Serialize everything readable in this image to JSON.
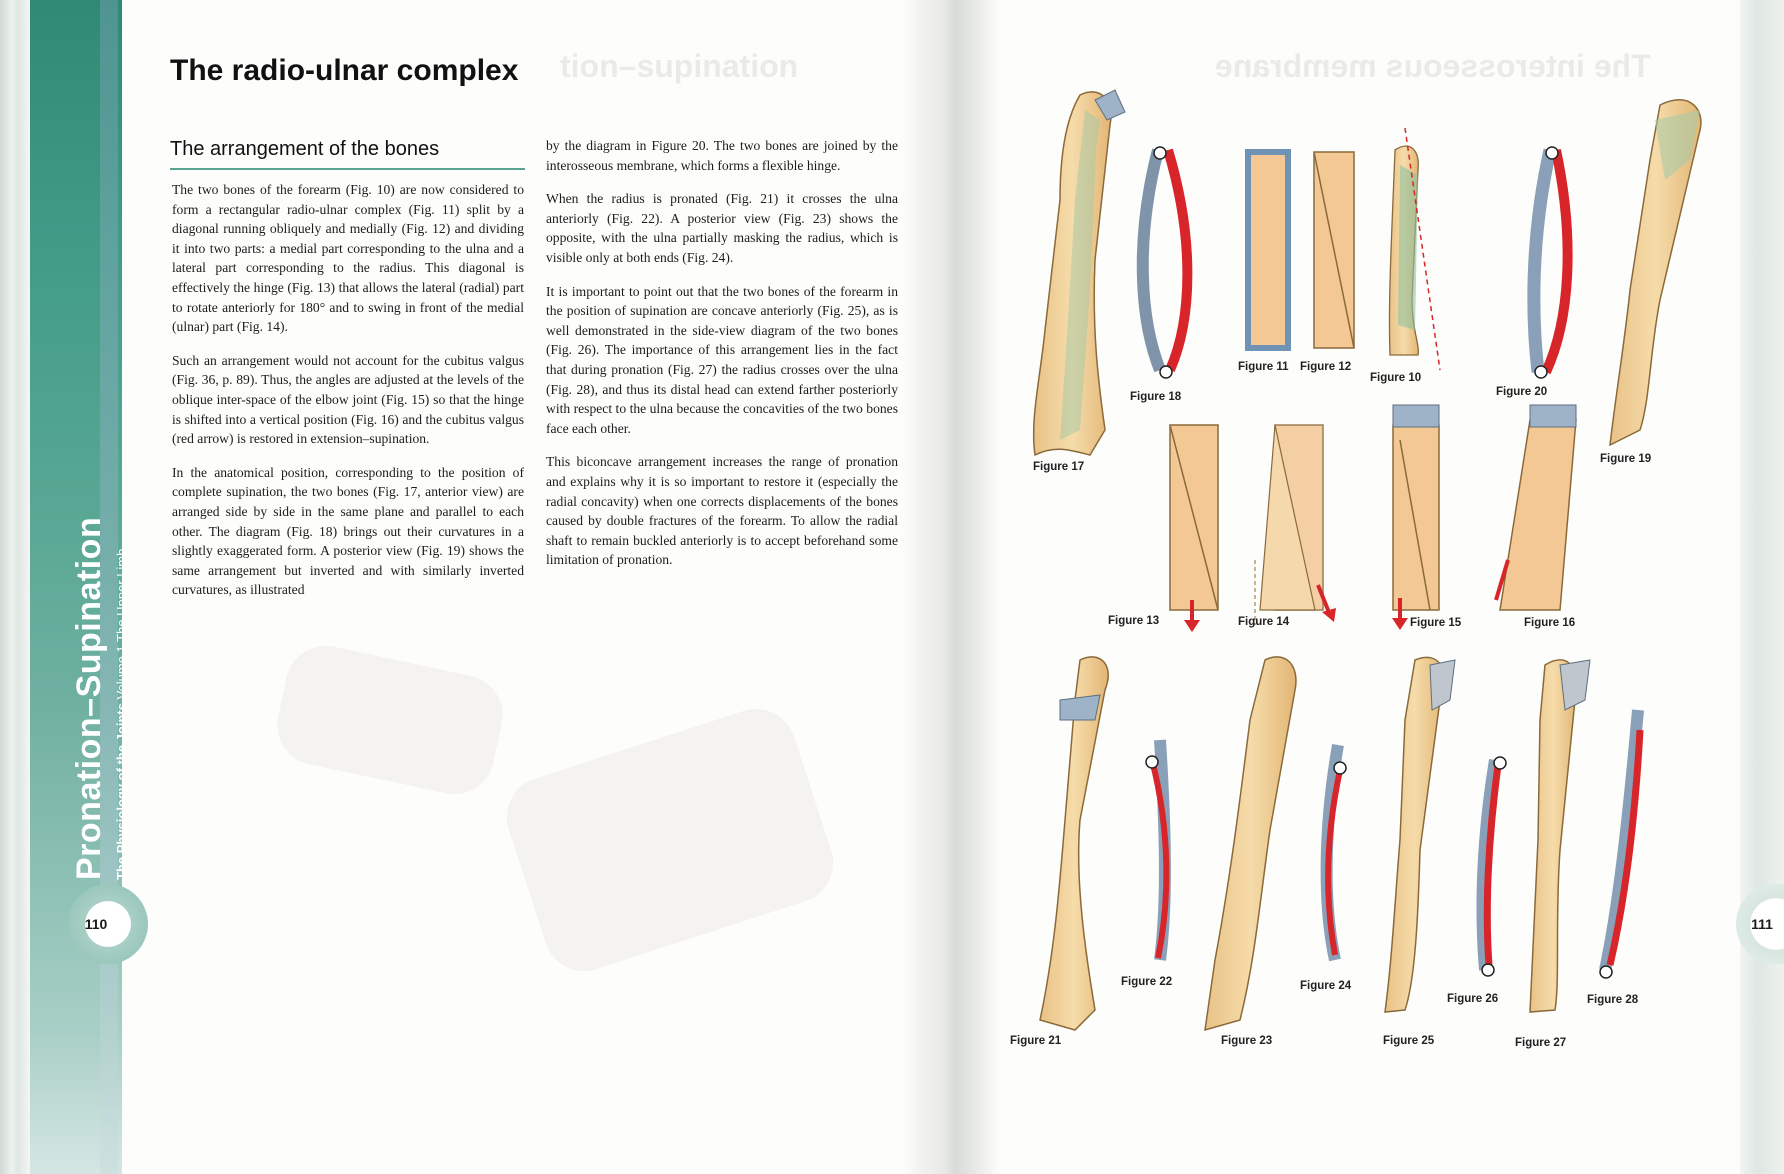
{
  "left_page": {
    "chapter": {
      "title": "Pronation–Supination",
      "subtitle_bold": "The Physiology of the Joints",
      "subtitle_rest": " Volume 1 The Upper Limb"
    },
    "page_number": "110",
    "title": "The radio-ulnar complex",
    "section_title": "The arrangement of the bones",
    "column1": [
      "The two bones of the forearm (Fig. 10) are now considered to form a rectangular radio-ulnar complex (Fig. 11) split by a diagonal running obliquely and medially (Fig. 12) and dividing it into two parts: a medial part corresponding to the ulna and a lateral part corresponding to the radius. This diagonal is effectively the hinge (Fig. 13) that allows the lateral (radial) part to rotate anteriorly for 180° and to swing in front of the medial (ulnar) part (Fig. 14).",
      "Such an arrangement would not account for the cubitus valgus (Fig. 36, p. 89). Thus, the angles are adjusted at the levels of the oblique inter-space of the elbow joint (Fig. 15) so that the hinge is shifted into a vertical position (Fig. 16) and the cubitus valgus (red arrow) is restored in extension–supination.",
      "In the anatomical position, corresponding to the position of complete supination, the two bones (Fig. 17, anterior view) are arranged side by side in the same plane and parallel to each other. The diagram (Fig. 18) brings out their curvatures in a slightly exaggerated form. A posterior view (Fig. 19) shows the same arrangement but inverted and with similarly inverted curvatures, as illustrated"
    ],
    "column2": [
      "by the diagram in Figure 20. The two bones are joined by the interosseous membrane, which forms a flexible hinge.",
      "When the radius is pronated (Fig. 21) it crosses the ulna anteriorly (Fig. 22). A posterior view (Fig. 23) shows the opposite, with the ulna partially masking the radius, which is visible only at both ends (Fig. 24).",
      "It is important to point out that the two bones of the forearm in the position of supination are concave anteriorly (Fig. 25), as is well demonstrated in the side-view diagram of the two bones (Fig. 26). The importance of this arrangement lies in the fact that during pronation (Fig. 27) the radius crosses over the ulna (Fig. 28), and thus its distal head can extend farther posteriorly with respect to the ulna because the concavities of the two bones face each other.",
      "This biconcave arrangement increases the range of pronation and explains why it is so important to restore it (especially the radial concavity) when one corrects displacements of the bones caused by double fractures of the forearm. To allow the radial shaft to remain buckled anteriorly is to accept beforehand some limitation of pronation."
    ]
  },
  "right_page": {
    "page_number": "111",
    "figures": {
      "f10": "Figure 10",
      "f11": "Figure 11",
      "f12": "Figure 12",
      "f13": "Figure 13",
      "f14": "Figure 14",
      "f15": "Figure 15",
      "f16": "Figure 16",
      "f17": "Figure 17",
      "f18": "Figure 18",
      "f19": "Figure 19",
      "f20": "Figure 20",
      "f21": "Figure 21",
      "f22": "Figure 22",
      "f23": "Figure 23",
      "f24": "Figure 24",
      "f25": "Figure 25",
      "f26": "Figure 26",
      "f27": "Figure 27",
      "f28": "Figure 28"
    }
  },
  "colors": {
    "band": "#3f9b86",
    "bone": "#f2d29b",
    "bone_outline": "#8a6a3a",
    "radius_blue": "#9fb3c8",
    "ulna_red": "#d8252a",
    "membrane_green": "#8fbf9c",
    "arrow_red": "#d8252a"
  }
}
